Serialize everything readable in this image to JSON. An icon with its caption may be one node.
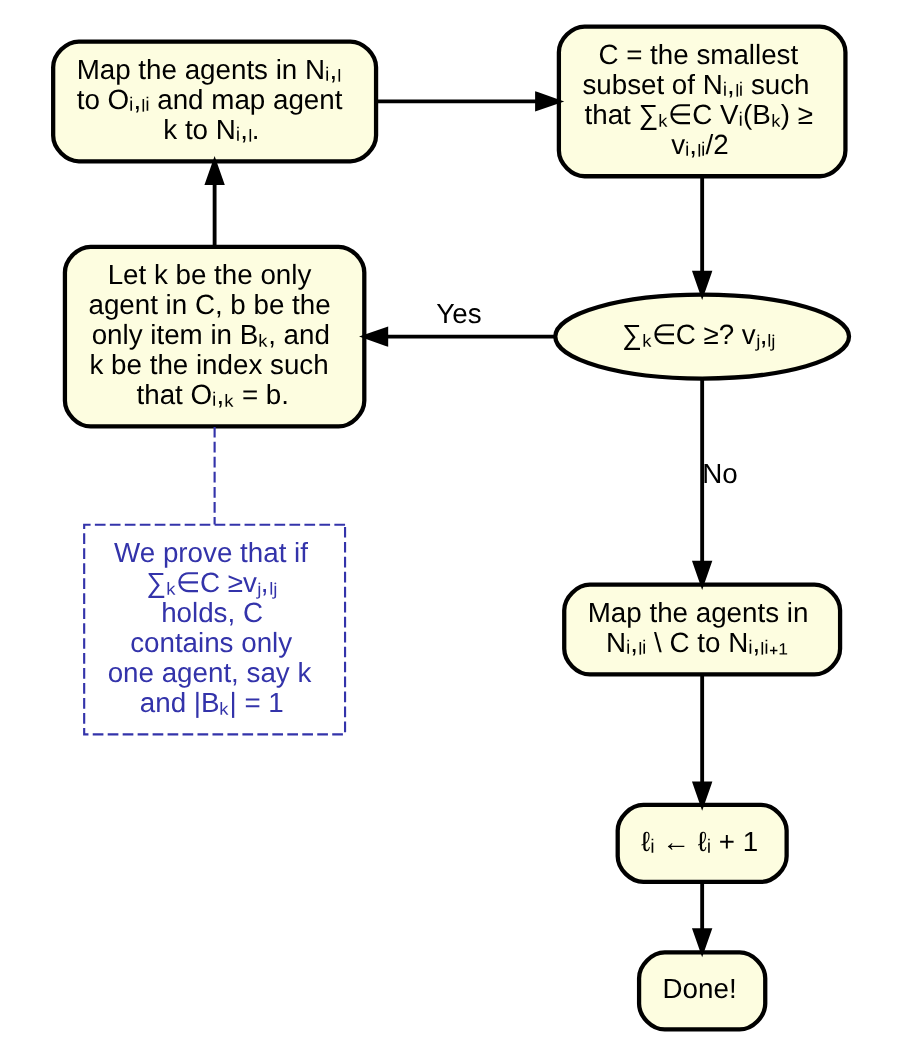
{
  "diagram": {
    "nodes": [
      {
        "text": [
          "Map the agents in Nᵢ,ₗ to Oᵢ,ₗᵢ and map agent k to Nᵢ,ₗ."
        ]
      },
      {
        "text": [
          "C = the smallest subset of Nᵢ,ₗᵢ such that ∑ₖ∈C Vᵢ(Bₖ) ≥ vᵢ,ₗᵢ/2"
        ]
      },
      {
        "text": [
          "∑ₖ∈C ≥? vⱼ,ₗⱼ"
        ]
      },
      {
        "text": [
          "Let k be the only agent in C, b be the only item in Bₖ, and k be the index such that Oᵢ,ₖ = b."
        ]
      },
      {
        "text": [
          "Map the agents in Nᵢ,ₗᵢ \\ C to Nᵢ,ₗᵢ₊₁"
        ]
      },
      {
        "text": [
          "ℓᵢ ← ℓᵢ + 1"
        ]
      },
      {
        "text": [
          "Done!"
        ]
      },
      {
        "text": [
          "We prove that if ∑ₖ∈C ≥vⱼ,ₗⱼ holds, C contains only one agent, say k and |Bₖ| = 1"
        ]
      }
    ],
    "edges": [
      {
        "from": 0,
        "to": 1,
        "arrow": "to"
      },
      {
        "from": 1,
        "to": 2,
        "arrow": "to"
      },
      {
        "from": 2,
        "to": 3,
        "arrow": "to",
        "label": "Yes"
      },
      {
        "from": 3,
        "to": 0,
        "arrow": "to"
      },
      {
        "from": 2,
        "to": 4,
        "arrow": "to",
        "label": "No"
      },
      {
        "from": 4,
        "to": 5,
        "arrow": "to"
      },
      {
        "from": 5,
        "to": 6,
        "arrow": "to"
      },
      {
        "from": 3,
        "to": 7,
        "arrow": "none",
        "style": "dashed",
        "color": "#3333aa"
      }
    ]
  }
}
